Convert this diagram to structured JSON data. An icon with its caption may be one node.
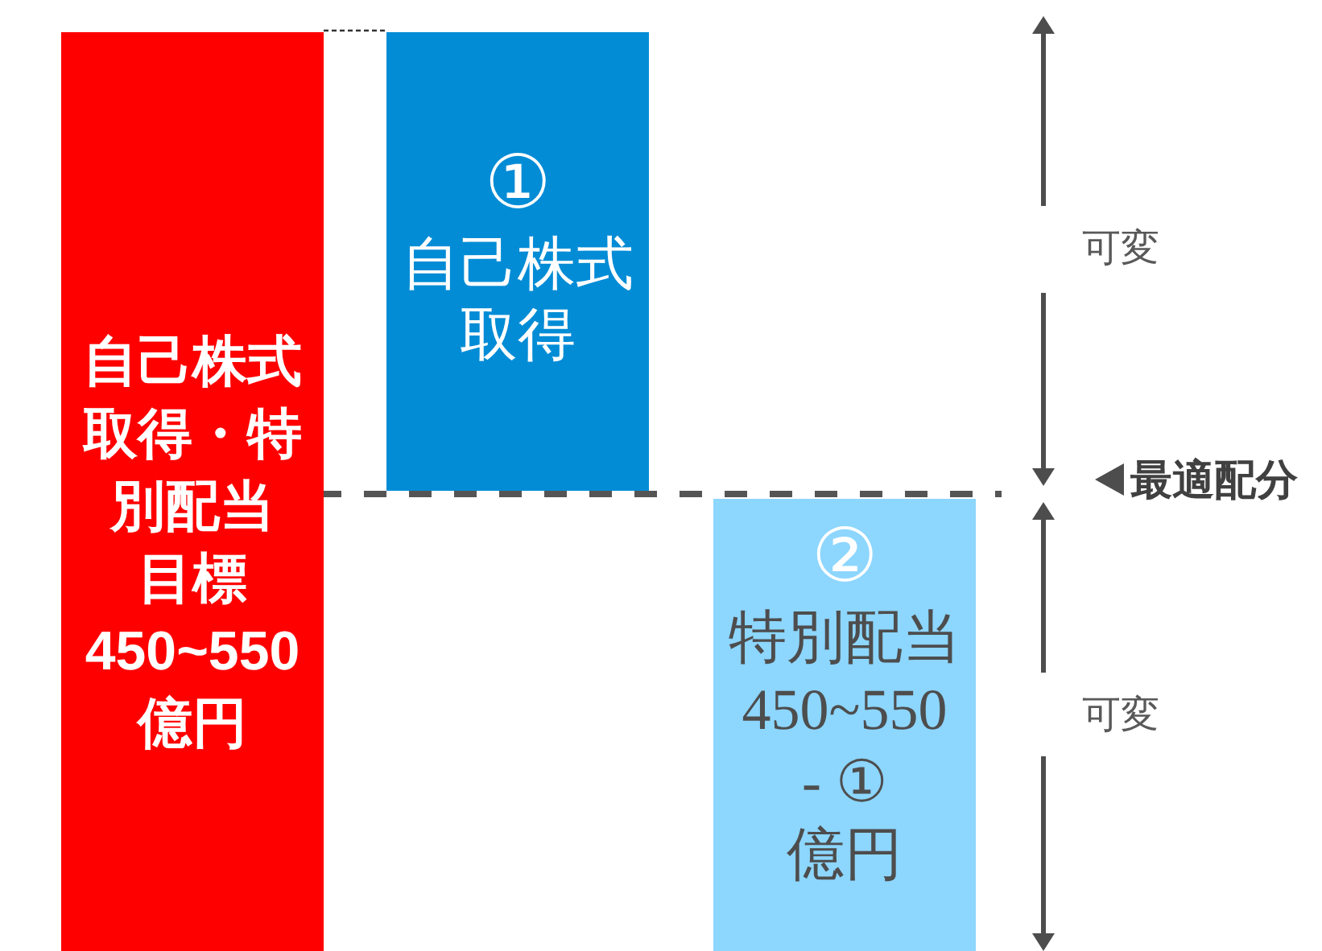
{
  "diagram": {
    "nodes": [
      {
        "text": [
          "自己株式取得・特別配当",
          "目標",
          "450~550",
          "億円"
        ]
      },
      {
        "text": [
          "①",
          "自己株式取得"
        ]
      },
      {
        "text": [
          "②",
          "特別配当",
          "450~550",
          "- ①",
          "億円"
        ]
      }
    ],
    "labels": [
      "可変",
      "最適配分",
      "可変"
    ]
  }
}
